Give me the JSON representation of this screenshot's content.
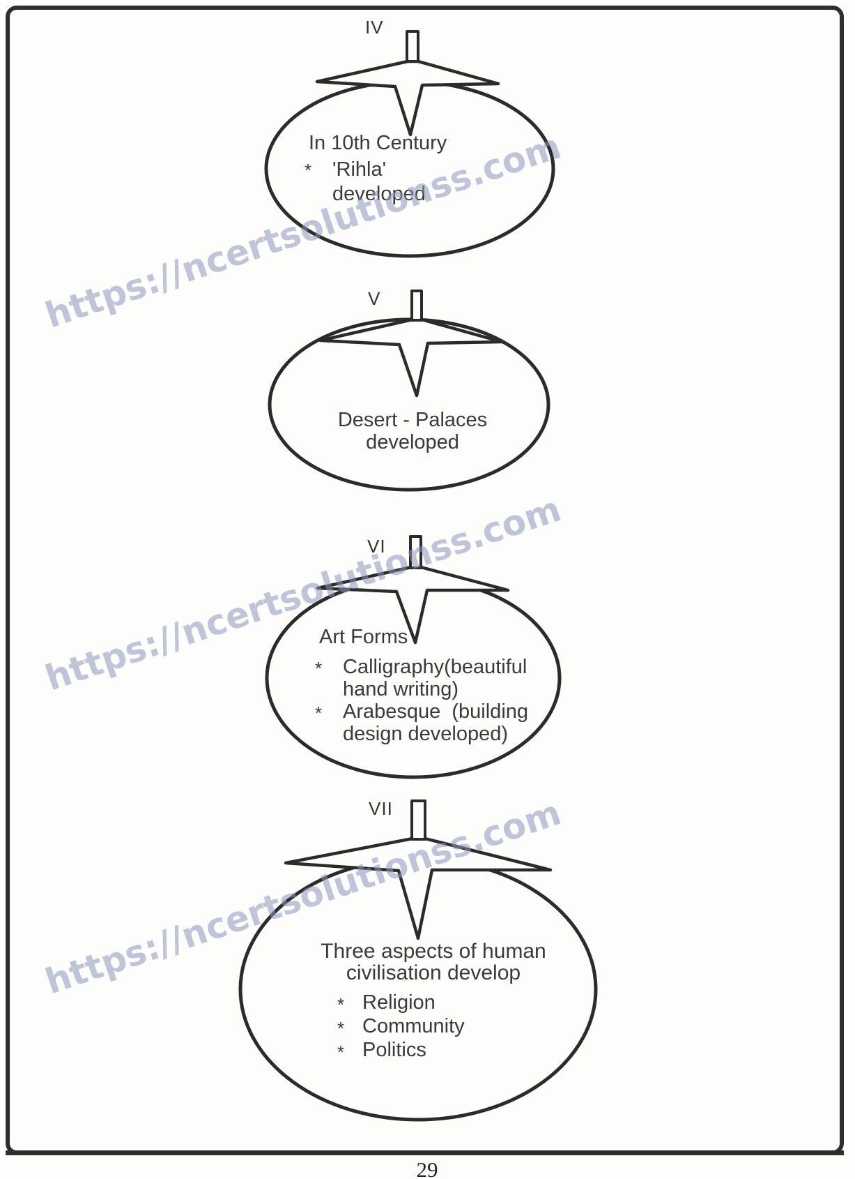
{
  "page": {
    "number": "29"
  },
  "watermark": {
    "text": "https://ncertsolutionss.com",
    "color": "#8c95ba"
  },
  "diagram": {
    "stroke_color": "#2b2b2b",
    "bubbles": [
      {
        "numeral": "IV",
        "heading": "In 10th Century",
        "items": [
          {
            "marker": "*",
            "text": "'Rihla'\ndeveloped"
          }
        ]
      },
      {
        "numeral": "V",
        "heading": "Desert - Palaces\ndeveloped",
        "items": []
      },
      {
        "numeral": "VI",
        "heading": "Art Forms",
        "items": [
          {
            "marker": "*",
            "text": "Calligraphy(beautiful\nhand writing)"
          },
          {
            "marker": "*",
            "text": "Arabesque  (building\ndesign developed)"
          }
        ]
      },
      {
        "numeral": "VII",
        "heading": "Three aspects of human\ncivilisation develop",
        "items": [
          {
            "marker": "*",
            "text": "Religion"
          },
          {
            "marker": "*",
            "text": "Community"
          },
          {
            "marker": "*",
            "text": "Politics"
          }
        ]
      }
    ]
  }
}
